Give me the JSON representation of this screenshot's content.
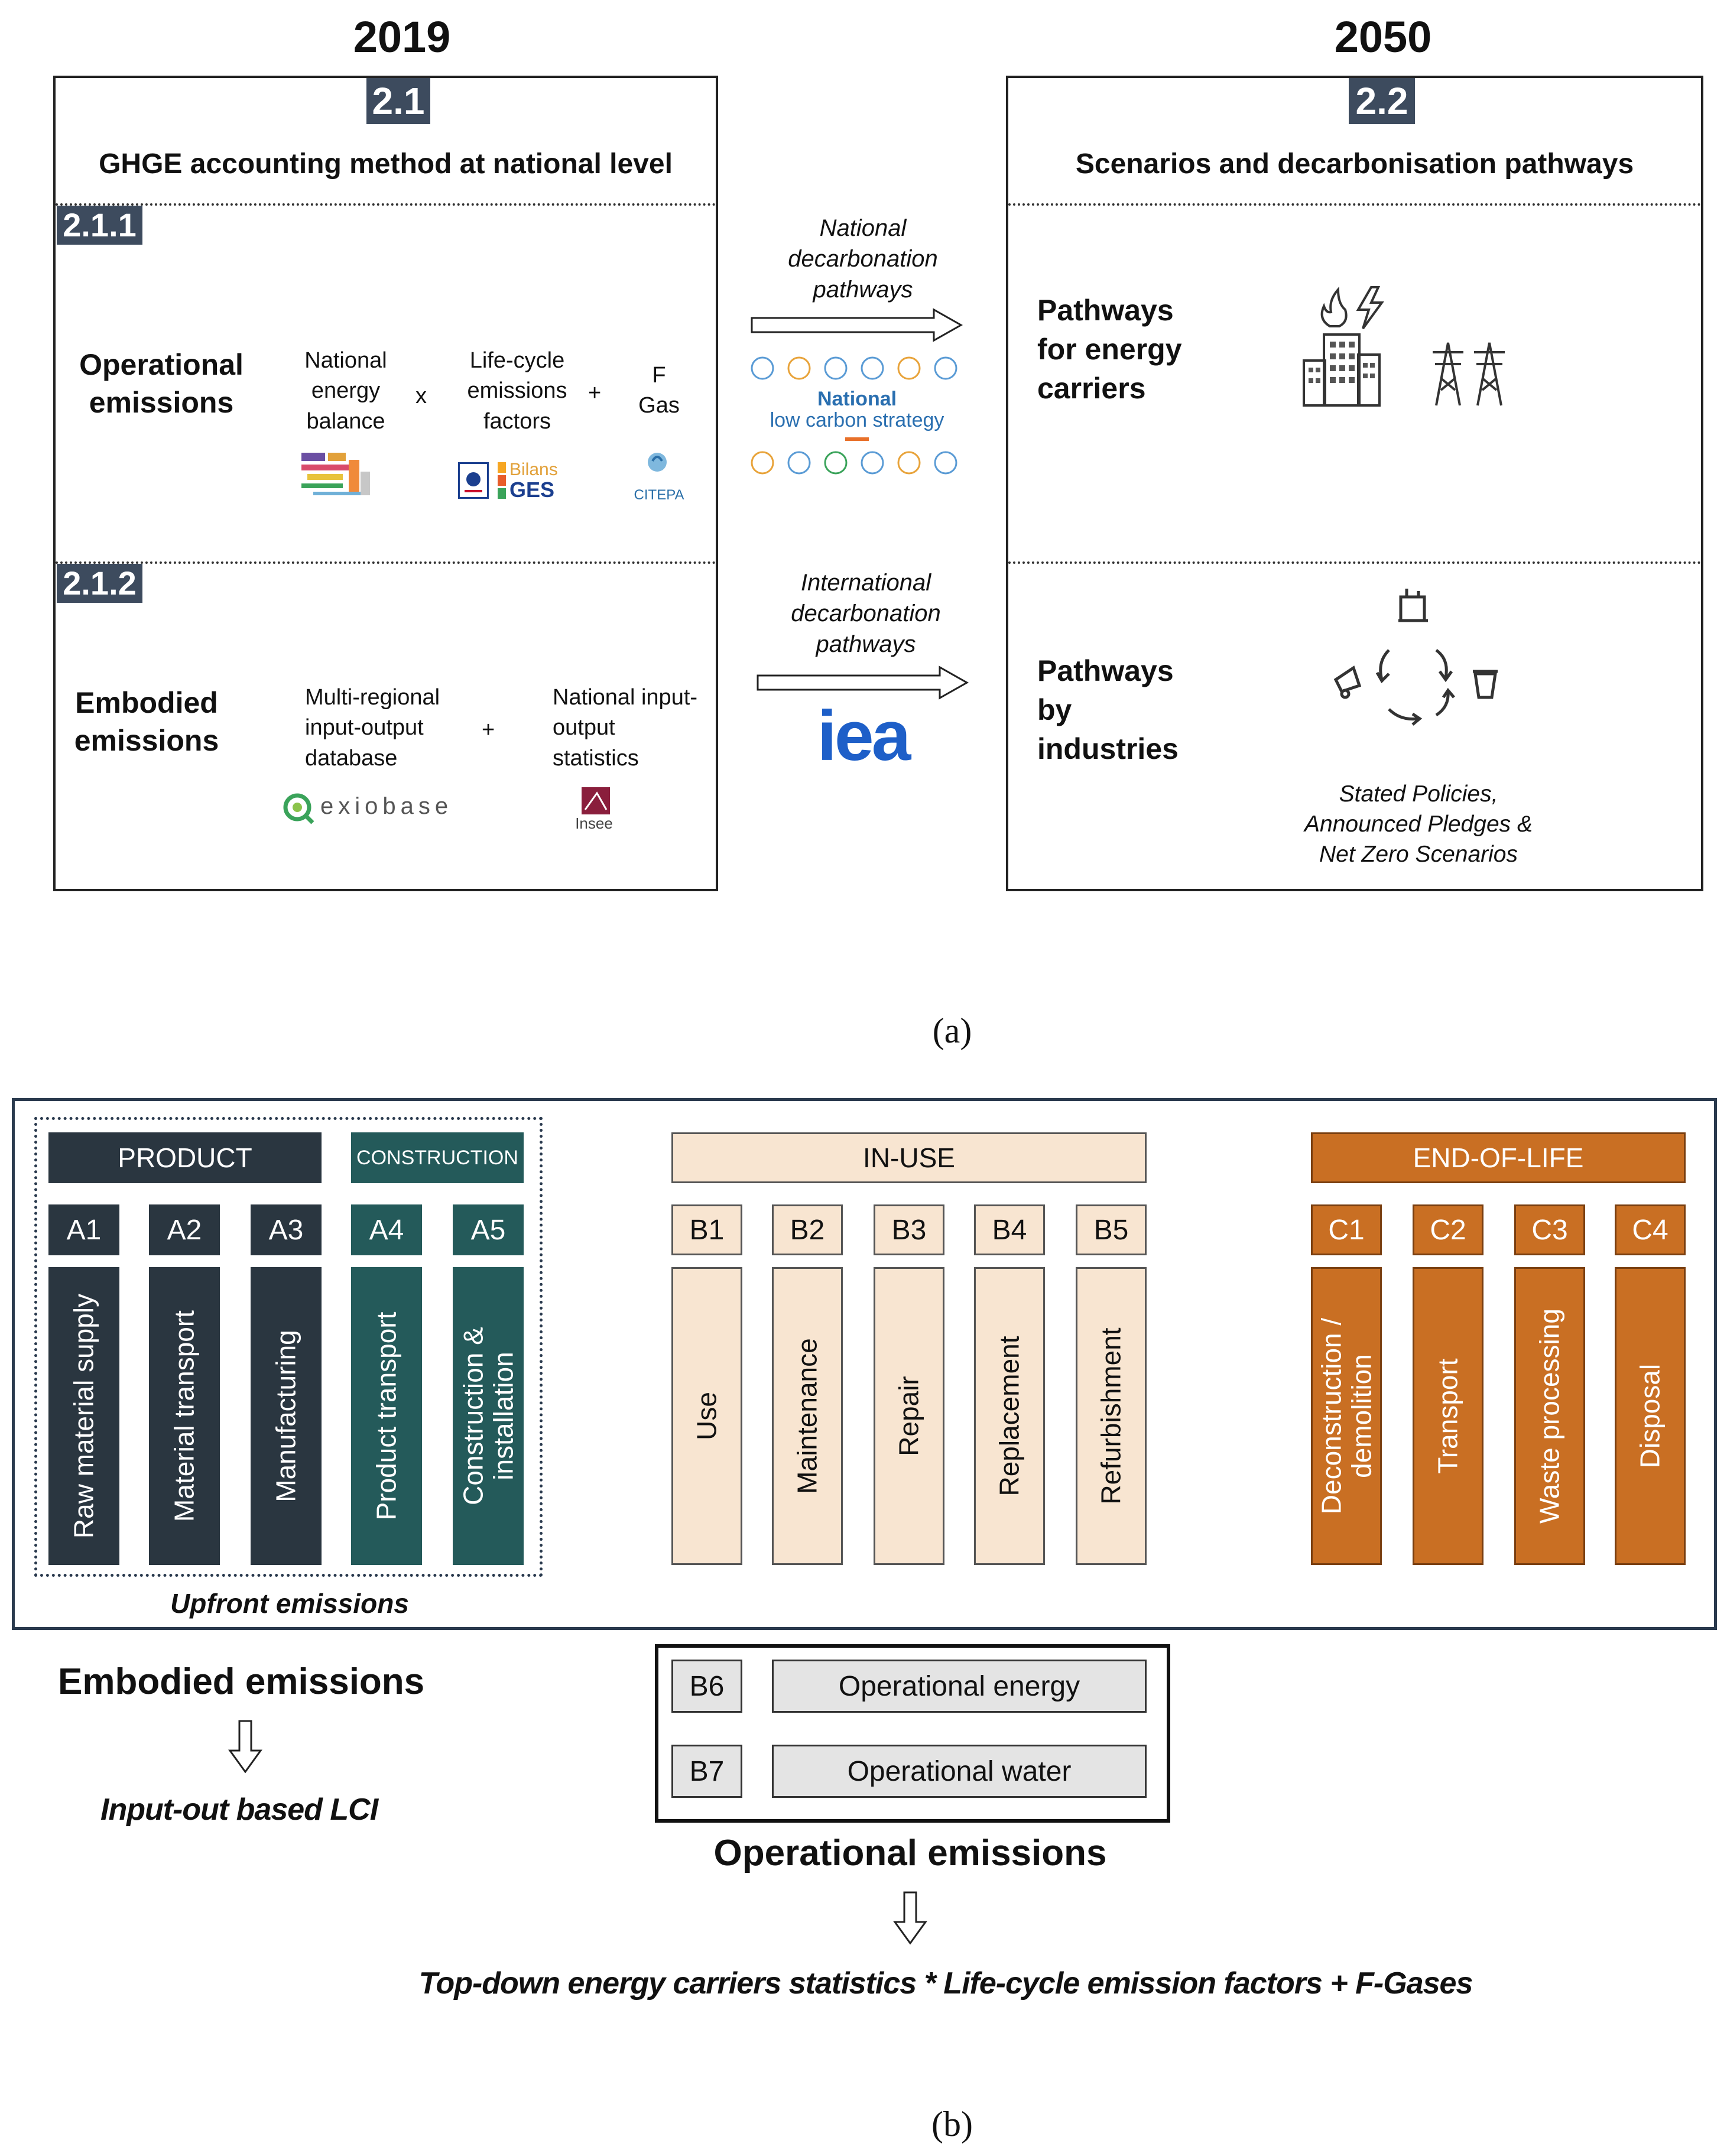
{
  "part_a": {
    "year_left": "2019",
    "year_right": "2050",
    "left_panel": {
      "badge": "2.1",
      "title": "GHGE accounting method at national level",
      "sub1": {
        "badge": "2.1.1",
        "label": "Operational emissions",
        "item1": "National energy balance",
        "op1": "x",
        "item2": "Life-cycle emissions factors",
        "op2": "+",
        "item3": "F Gas",
        "logo_bilans_1": "Bilans",
        "logo_bilans_2": "GES",
        "logo_citepa": "CITEPA"
      },
      "sub2": {
        "badge": "2.1.2",
        "label": "Embodied emissions",
        "item1": "Multi-regional input-output database",
        "op": "+",
        "item2": "National input-output statistics",
        "logo_exiobase": "exiobase",
        "logo_insee": "Insee"
      }
    },
    "middle": {
      "top_label": "National decarbonation pathways",
      "snbc_1": "National",
      "snbc_2": "low carbon strategy",
      "bottom_label": "International decarbonation pathways",
      "iea": "iea"
    },
    "right_panel": {
      "badge": "2.2",
      "title": "Scenarios and decarbonisation pathways",
      "sub1_label": "Pathways for energy carriers",
      "sub2_label": "Pathways by industries",
      "scenarios": "Stated Policies, Announced Pledges & Net Zero Scenarios"
    },
    "caption": "(a)"
  },
  "part_b": {
    "product_header": "PRODUCT",
    "construction_header": "CONSTRUCTION",
    "inuse_header": "IN-USE",
    "eol_header": "END-OF-LIFE",
    "product_stages": [
      {
        "code": "A1",
        "label": "Raw material supply"
      },
      {
        "code": "A2",
        "label": "Material transport"
      },
      {
        "code": "A3",
        "label": "Manufacturing"
      }
    ],
    "construction_stages": [
      {
        "code": "A4",
        "label": "Product transport"
      },
      {
        "code": "A5",
        "label": "Construction & installation"
      }
    ],
    "inuse_stages": [
      {
        "code": "B1",
        "label": "Use"
      },
      {
        "code": "B2",
        "label": "Maintenance"
      },
      {
        "code": "B3",
        "label": "Repair"
      },
      {
        "code": "B4",
        "label": "Replacement"
      },
      {
        "code": "B5",
        "label": "Refurbishment"
      }
    ],
    "eol_stages": [
      {
        "code": "C1",
        "label": "Deconstruction / demolition"
      },
      {
        "code": "C2",
        "label": "Transport"
      },
      {
        "code": "C3",
        "label": "Waste processing"
      },
      {
        "code": "C4",
        "label": "Disposal"
      }
    ],
    "upfront": "Upfront emissions",
    "embodied_title": "Embodied emissions",
    "embodied_method": "Input-out based LCI",
    "operational": [
      {
        "code": "B6",
        "label": "Operational energy"
      },
      {
        "code": "B7",
        "label": "Operational water"
      }
    ],
    "operational_title": "Operational emissions",
    "operational_method": "Top-down energy carriers statistics * Life-cycle emission factors + F-Gases",
    "caption": "(b)"
  }
}
